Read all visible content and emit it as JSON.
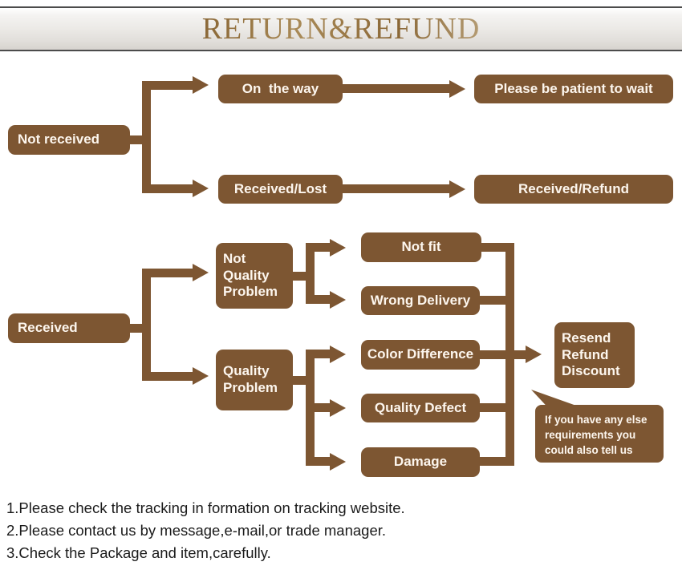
{
  "header": {
    "title": "RETURN&REFUND",
    "title_color": "#8a6a3e",
    "bar_bg": "#ecebe8"
  },
  "theme": {
    "node_fill": "#7d5632",
    "node_text": "#fdf6ee",
    "connector": "#7d5632",
    "page_bg": "#ffffff",
    "note_text": "#1b1b1b"
  },
  "flow_not_received": {
    "root": "Not received",
    "branches": [
      {
        "label": "On  the way",
        "result": "Please be patient to wait"
      },
      {
        "label": "Received/Lost",
        "result": "Received/Refund"
      }
    ]
  },
  "flow_received": {
    "root": "Received",
    "categories": [
      {
        "label": "Not\nQuality\nProblem",
        "reasons": [
          "Not fit",
          "Wrong Delivery"
        ]
      },
      {
        "label": "Quality\nProblem",
        "reasons": [
          "Color Difference",
          "Quality Defect",
          "Damage"
        ]
      }
    ],
    "outcome": "Resend\nRefund\nDiscount",
    "callout": "If you have any else\nrequirements you\ncould also tell us"
  },
  "notes": [
    "1.Please check the tracking in formation on tracking website.",
    "2.Please contact us by message,e-mail,or trade manager.",
    "3.Check the Package and item,carefully."
  ]
}
